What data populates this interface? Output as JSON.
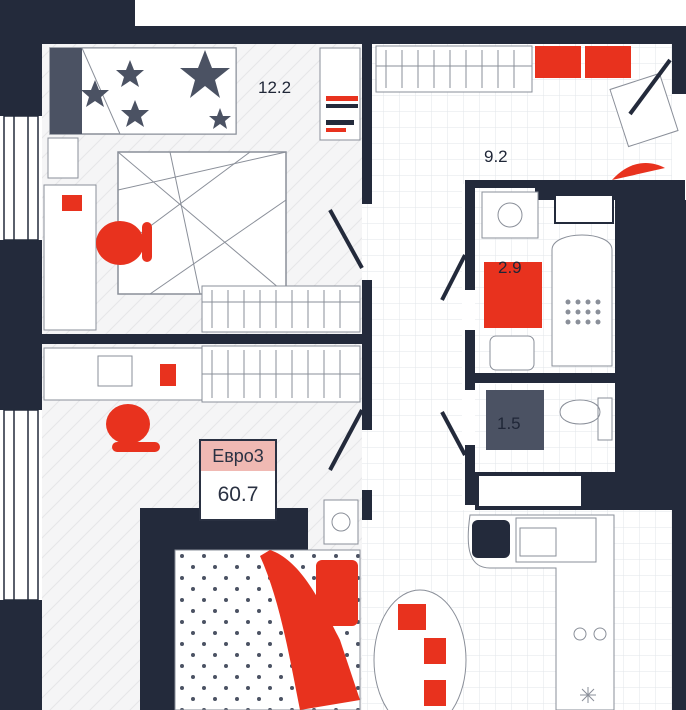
{
  "plan": {
    "type_label": "Евро3",
    "total_area": "60.7",
    "rooms": [
      {
        "name": "bedroom",
        "area": "12.2"
      },
      {
        "name": "wardrobe-hall",
        "area": "9.2"
      },
      {
        "name": "bathroom",
        "area": "2.9"
      },
      {
        "name": "toilet",
        "area": "1.5"
      }
    ]
  },
  "colors": {
    "wall": "#232a3b",
    "accent": "#e8321e",
    "badge": "#f0b9b3",
    "floor_tile": "#eef0f3",
    "line": "#8a8f99"
  }
}
